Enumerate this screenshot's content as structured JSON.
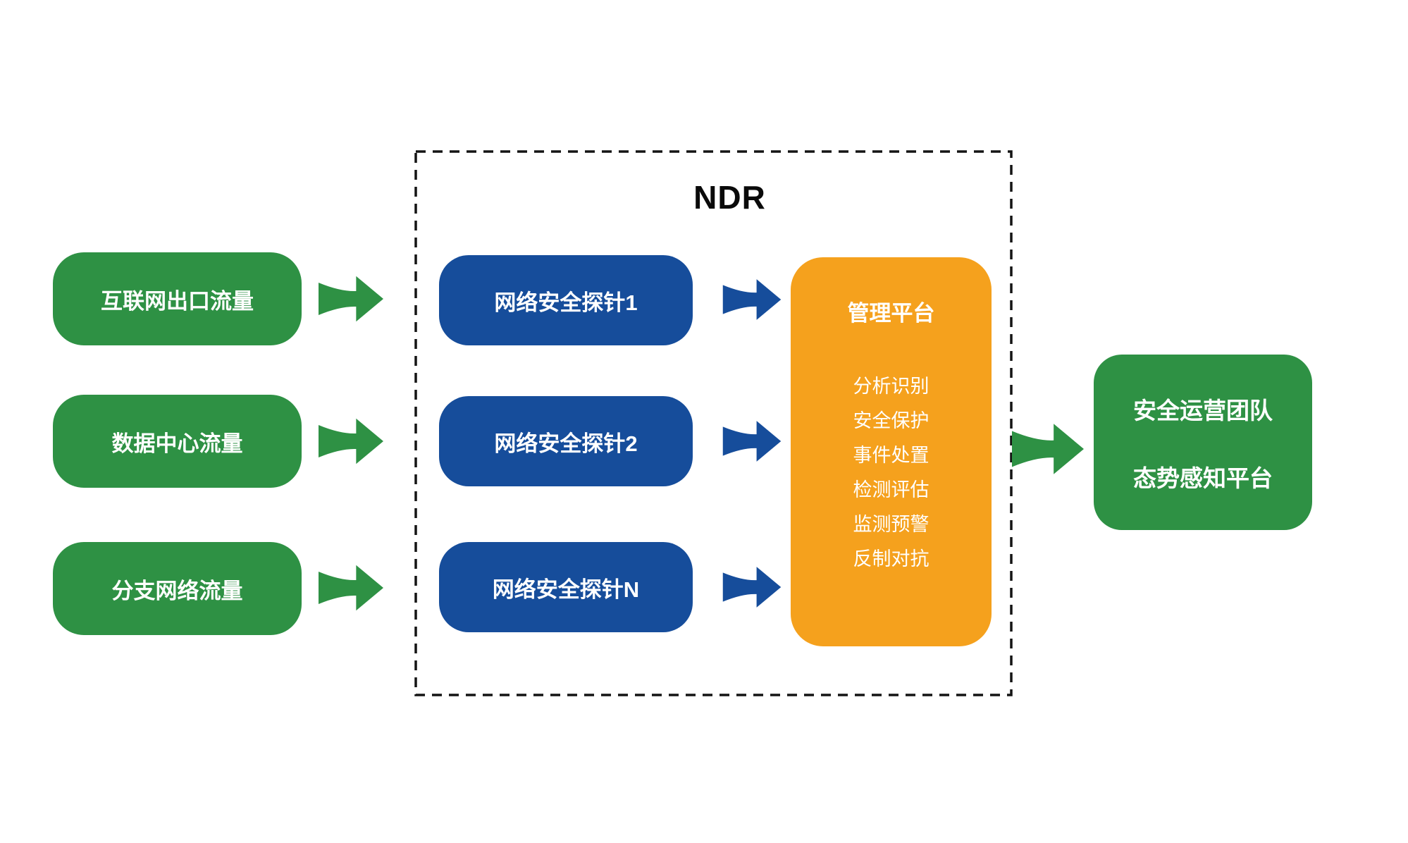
{
  "diagram": {
    "region_title": "NDR",
    "colors": {
      "source_green": "#2e9144",
      "probe_blue": "#164d9b",
      "platform_orange": "#f5a11d",
      "dashed_border": "#141414",
      "label_white": "#ffffff"
    },
    "sources": [
      {
        "label": "互联网出口流量"
      },
      {
        "label": "数据中心流量"
      },
      {
        "label": "分支网络流量"
      }
    ],
    "probes": [
      {
        "label": "网络安全探针1"
      },
      {
        "label": "网络安全探针2"
      },
      {
        "label": "网络安全探针N"
      }
    ],
    "platform": {
      "title": "管理平台",
      "functions": [
        "分析识别",
        "安全保护",
        "事件处置",
        "检测评估",
        "监测预警",
        "反制对抗"
      ]
    },
    "output": {
      "line1": "安全运营团队",
      "line2": "态势感知平台"
    }
  }
}
